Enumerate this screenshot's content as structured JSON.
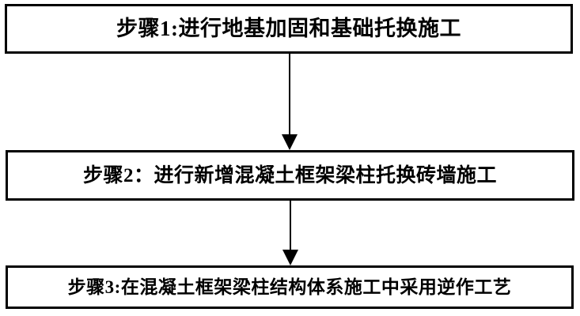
{
  "flowchart": {
    "type": "vertical-flow",
    "steps": [
      {
        "label": "步骤1:进行地基加固和基础托换施工"
      },
      {
        "label": "步骤2：进行新增混凝土框架梁柱托换砖墙施工"
      },
      {
        "label": "步骤3:在混凝土框架梁柱结构体系施工中采用逆作工艺"
      }
    ],
    "colors": {
      "background": "#ffffff",
      "box_border": "#000000",
      "text": "#000000",
      "arrow": "#000000"
    }
  }
}
